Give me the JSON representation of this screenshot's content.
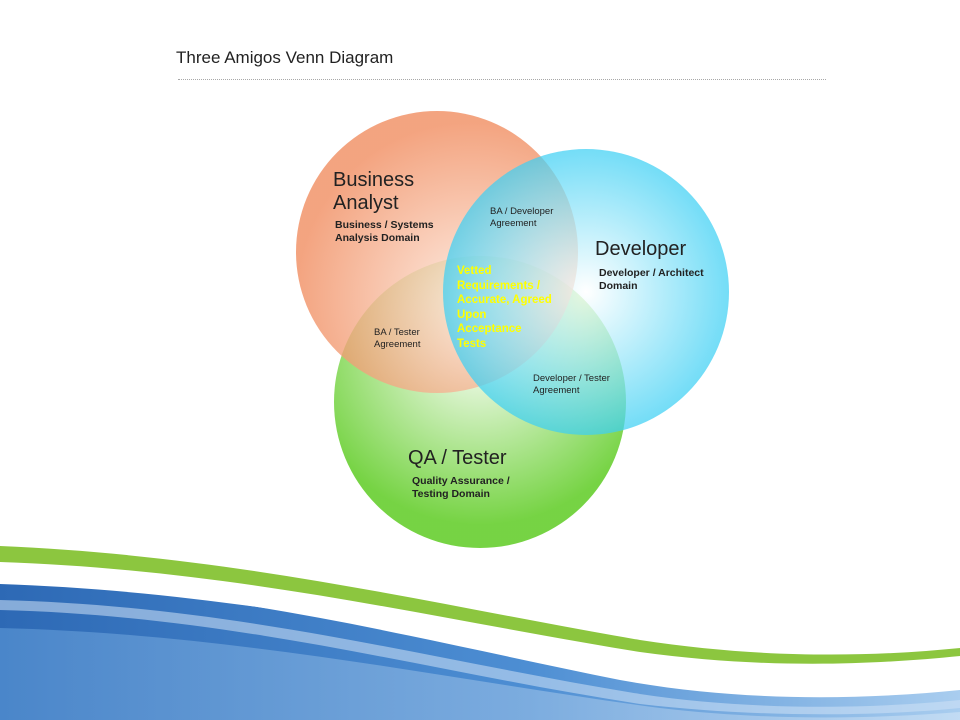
{
  "title": "Three Amigos Venn Diagram",
  "colors": {
    "ba": "#f08a5c",
    "ba_light": "#fde4d6",
    "dev": "#1ec8f2",
    "dev_light": "#ffffff",
    "qa": "#6fd13a",
    "qa_light": "#ffffff",
    "center_text": "#ffff00",
    "wave_blue": "#2f6fb8",
    "wave_green": "#8cc63f"
  },
  "circles": {
    "ba": {
      "name": "Business\nAnalyst",
      "domain": "Business / Systems\nAnalysis Domain"
    },
    "dev": {
      "name": "Developer",
      "domain": "Developer / Architect\nDomain"
    },
    "qa": {
      "name": "QA / Tester",
      "domain": "Quality Assurance /\nTesting Domain"
    }
  },
  "overlaps": {
    "ba_dev": "BA / Developer\nAgreement",
    "ba_qa": "BA / Tester\nAgreement",
    "dev_qa": "Developer / Tester\nAgreement",
    "center": "Vetted\nRequirements /\nAccurate, Agreed\nUpon\nAcceptance\nTests"
  }
}
